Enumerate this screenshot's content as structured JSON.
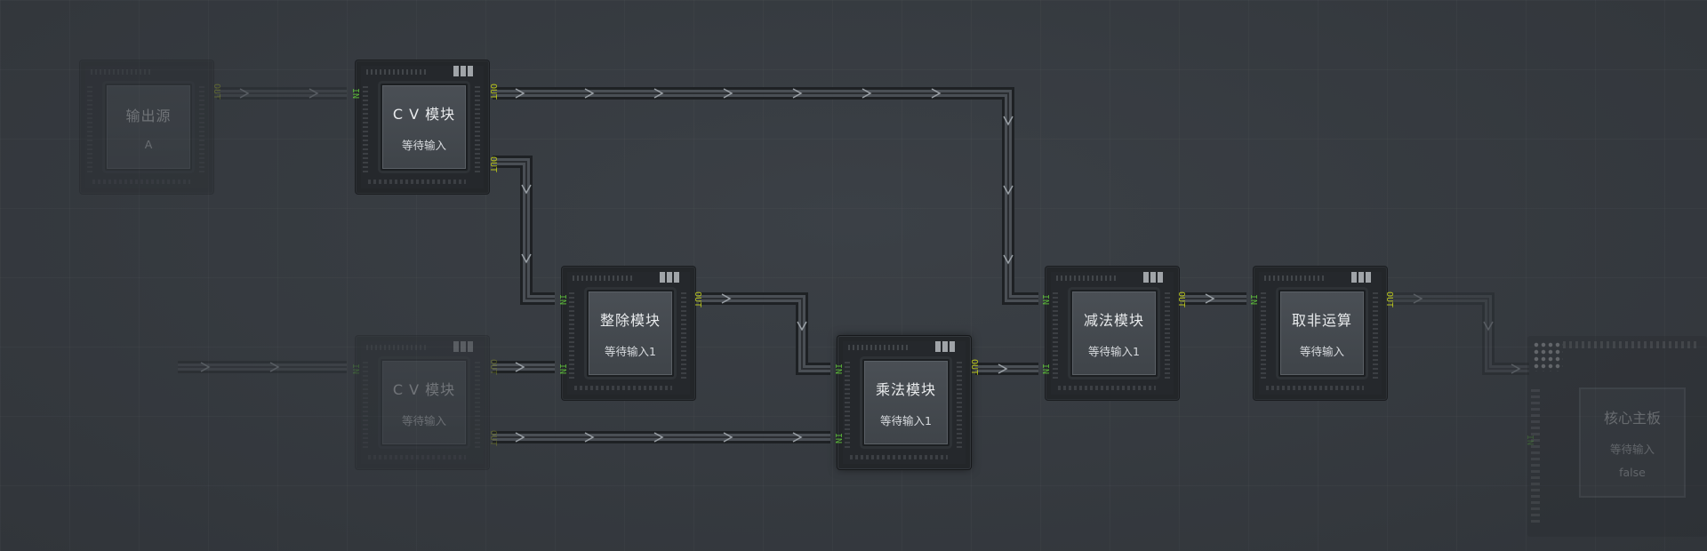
{
  "nodes": {
    "source_a": {
      "title": "输出源",
      "value": "A"
    },
    "cv_top": {
      "title": "C V 模块",
      "status": "等待输入"
    },
    "cv_bottom": {
      "title": "C V 模块",
      "status": "等待输入"
    },
    "divide": {
      "title": "整除模块",
      "status": "等待输入1"
    },
    "multiply": {
      "title": "乘法模块",
      "status": "等待输入1"
    },
    "subtract": {
      "title": "减法模块",
      "status": "等待输入1"
    },
    "not_op": {
      "title": "取非运算",
      "status": "等待输入"
    },
    "core_board": {
      "title": "核心主板",
      "status": "等待输入",
      "value": "false"
    }
  },
  "ports": {
    "in_label": "IN",
    "out_label": "OUT"
  },
  "colors": {
    "background": "#363a3f",
    "wire": "#2a2d31",
    "in_port": "#5ab43a",
    "out_port": "#b8c41c"
  }
}
